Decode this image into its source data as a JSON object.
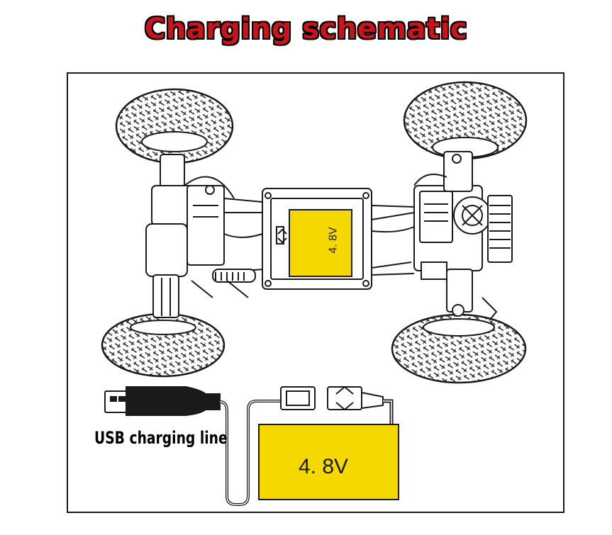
{
  "title": "Charging schematic",
  "labels": {
    "usb_charging_line": "USB charging line",
    "battery_large_voltage": "4. 8V",
    "battery_small_voltage": "4. 8V"
  },
  "colors": {
    "title_red": "#c8141a",
    "battery_yellow": "#f5d800",
    "line_black": "#1a1a1a"
  }
}
